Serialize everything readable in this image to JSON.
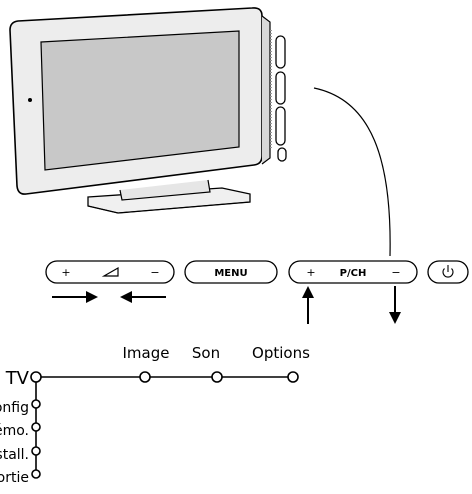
{
  "buttons": {
    "volume": {
      "plus": "+",
      "minus": "−"
    },
    "menu": "MENU",
    "pch": {
      "plus": "+",
      "label": "P/CH",
      "minus": "−"
    }
  },
  "menu_tree": {
    "root": "TV",
    "horizontal": [
      "Image",
      "Son",
      "Options"
    ],
    "vertical": [
      "Config",
      "Démo.",
      "Install.",
      "Sortie"
    ]
  }
}
